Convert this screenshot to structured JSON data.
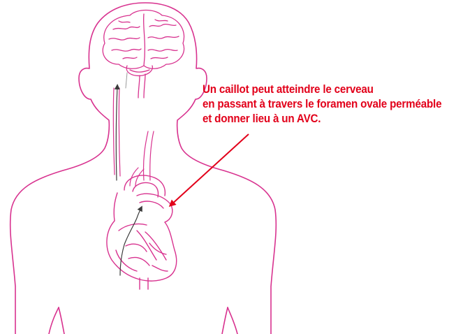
{
  "colors": {
    "outline": "#d8328f",
    "text": "#e2001a",
    "arrow": "#e2001a",
    "clot_path": "#3a3a3a",
    "vessel_gray": "#9a9a9a"
  },
  "annotation": {
    "lines": [
      "Un caillot peut atteindre le cerveau",
      "en passant à travers le foramen ovale perméable",
      "et donner lieu à un AVC."
    ]
  },
  "icons": {
    "brain": "brain-icon",
    "heart": "heart-icon",
    "pointer": "arrow-icon"
  }
}
